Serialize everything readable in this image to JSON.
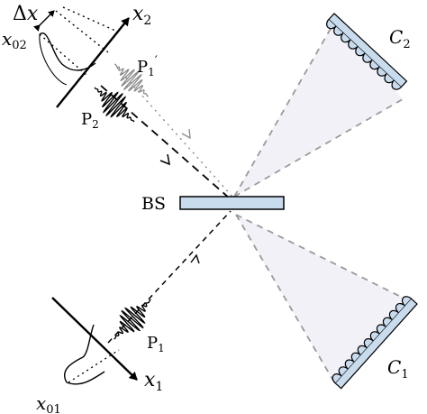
{
  "labels": {
    "delta_x_sym": "Δ",
    "delta_x_var": "x",
    "x02_main": "x",
    "x02_sub": "02",
    "x2_main": "x",
    "x2_sub": "2",
    "x1_main": "x",
    "x1_sub": "1",
    "x01_main": "x",
    "x01_sub": "01",
    "p1prime_main": "P",
    "p1prime_sub": "1",
    "p1prime_mark": "′",
    "p2_main": "P",
    "p2_sub": "2",
    "p1_main": "P",
    "p1_sub": "1",
    "bs": "BS",
    "c2_main": "C",
    "c2_sub": "2",
    "c1_main": "C",
    "c1_sub": "1"
  },
  "colors": {
    "ink": "#000000",
    "gray": "#8a8a8a",
    "dash_gray": "#9a9a9a",
    "beamsplitter_fill": "#c9dcee",
    "detector_fill": "#c9dcee",
    "cone_fill": "#f1f1f7"
  },
  "icons": [
    "arrow-axis-icon",
    "beamsplitter-icon",
    "detector-array-icon"
  ]
}
